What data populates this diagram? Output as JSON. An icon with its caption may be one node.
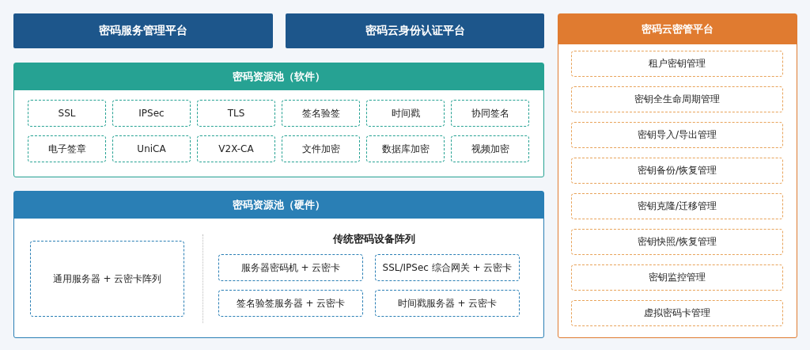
{
  "diagram": {
    "nodes": [
      {
        "text": [
          "密码服务管理平台"
        ]
      },
      {
        "text": [
          "密码云身份认证平台"
        ]
      },
      {
        "text": [
          "密码云密管平台"
        ]
      },
      {
        "text": [
          "租户密钥管理"
        ],
        "in": 2
      },
      {
        "text": [
          "密钥全生命周期管理"
        ],
        "in": 2
      },
      {
        "text": [
          "密钥导入/导出管理"
        ],
        "in": 2
      },
      {
        "text": [
          "密钥备份/恢复管理"
        ],
        "in": 2
      },
      {
        "text": [
          "密钥克隆/迁移管理"
        ],
        "in": 2
      },
      {
        "text": [
          "密钥快照/恢复管理"
        ],
        "in": 2
      },
      {
        "text": [
          "密钥监控管理"
        ],
        "in": 2
      },
      {
        "text": [
          "虚拟密码卡管理"
        ],
        "in": 2
      },
      {
        "text": [
          "密码资源池（软件）"
        ]
      },
      {
        "text": [
          "SSL"
        ],
        "in": 11
      },
      {
        "text": [
          "IPSec"
        ],
        "in": 11
      },
      {
        "text": [
          "TLS"
        ],
        "in": 11
      },
      {
        "text": [
          "签名验签"
        ],
        "in": 11
      },
      {
        "text": [
          "时间戳"
        ],
        "in": 11
      },
      {
        "text": [
          "协同签名"
        ],
        "in": 11
      },
      {
        "text": [
          "电子签章"
        ],
        "in": 11
      },
      {
        "text": [
          "UniCA"
        ],
        "in": 11
      },
      {
        "text": [
          "V2X-CA"
        ],
        "in": 11
      },
      {
        "text": [
          "文件加密"
        ],
        "in": 11
      },
      {
        "text": [
          "数据库加密"
        ],
        "in": 11
      },
      {
        "text": [
          "视频加密"
        ],
        "in": 11
      },
      {
        "text": [
          "密码资源池（硬件）"
        ]
      },
      {
        "text": [
          "通用服务器 + 云密卡阵列"
        ],
        "in": 24
      },
      {
        "text": [
          "传统密码设备阵列"
        ],
        "in": 24
      },
      {
        "text": [
          "服务器密码机 + 云密卡"
        ],
        "in": 26
      },
      {
        "text": [
          "SSL/IPSec 综合网关 + 云密卡"
        ],
        "in": 26
      },
      {
        "text": [
          "签名验签服务器 + 云密卡"
        ],
        "in": 26
      },
      {
        "text": [
          "时间戳服务器 + 云密卡"
        ],
        "in": 26
      }
    ]
  }
}
